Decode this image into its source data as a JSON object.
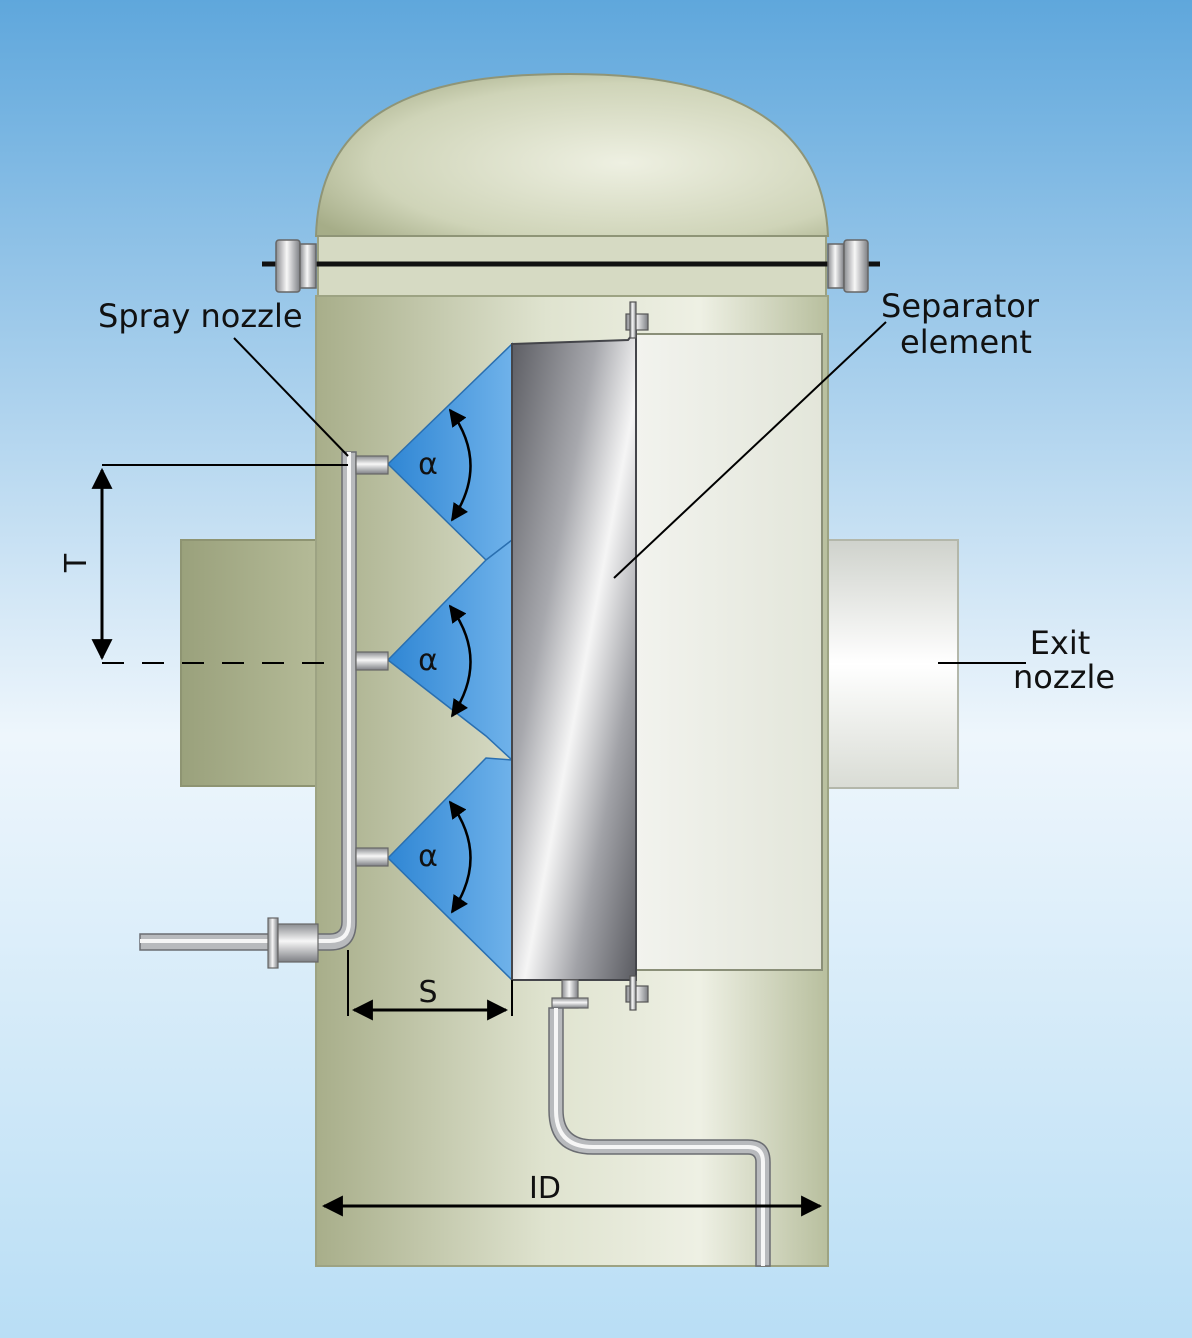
{
  "labels": {
    "spray_nozzle": "Spray nozzle",
    "separator_line1": "Separator",
    "separator_line2": "element",
    "exit_line1": "Exit",
    "exit_line2": "nozzle",
    "dim_t": "T",
    "dim_s": "S",
    "dim_id": "ID",
    "angle": "α"
  },
  "colors": {
    "bg_top": "#5fa7dc",
    "bg_mid": "#eef6fc",
    "bg_bottom": "#b9def5",
    "vessel": "#c9cfb0",
    "vessel_light": "#e8ecdc",
    "vessel_dark": "#9aa17c",
    "spray": "#3f94da",
    "spray_light": "#7dbcef",
    "metal_dark": "#5f6066",
    "metal_light": "#f4f4f4"
  }
}
